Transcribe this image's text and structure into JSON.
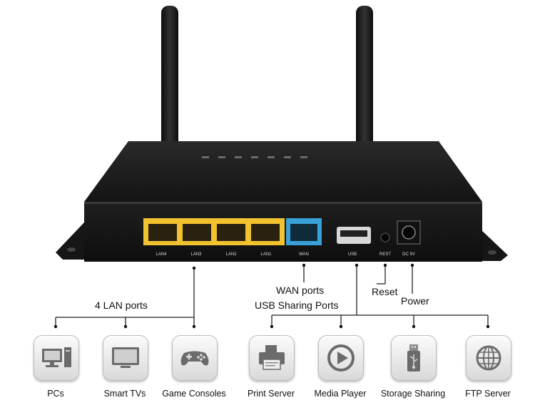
{
  "router": {
    "port_labels": {
      "lan4": "LAN4",
      "lan3": "LAN3",
      "lan2": "LAN2",
      "lan1": "LAN1",
      "wan": "WAN",
      "usb": "USB",
      "reset": "REST",
      "power": "DC 9V"
    }
  },
  "callouts": {
    "lan": "4 LAN ports",
    "wan": "WAN ports",
    "usb": "USB Sharing Ports",
    "reset": "Reset",
    "power": "Power"
  },
  "devices": [
    {
      "label": "PCs",
      "icon": "pc-icon"
    },
    {
      "label": "Smart TVs",
      "icon": "tv-icon"
    },
    {
      "label": "Game Consoles",
      "icon": "gamepad-icon"
    },
    {
      "label": "Print Server",
      "icon": "printer-icon"
    },
    {
      "label": "Media Player",
      "icon": "play-icon"
    },
    {
      "label": "Storage Sharing",
      "icon": "usb-drive-icon"
    },
    {
      "label": "FTP Server",
      "icon": "globe-icon"
    }
  ],
  "colors": {
    "lan_port": "#f2c230",
    "wan_port": "#3aa0d8",
    "router_body": "#1c1c1c"
  }
}
